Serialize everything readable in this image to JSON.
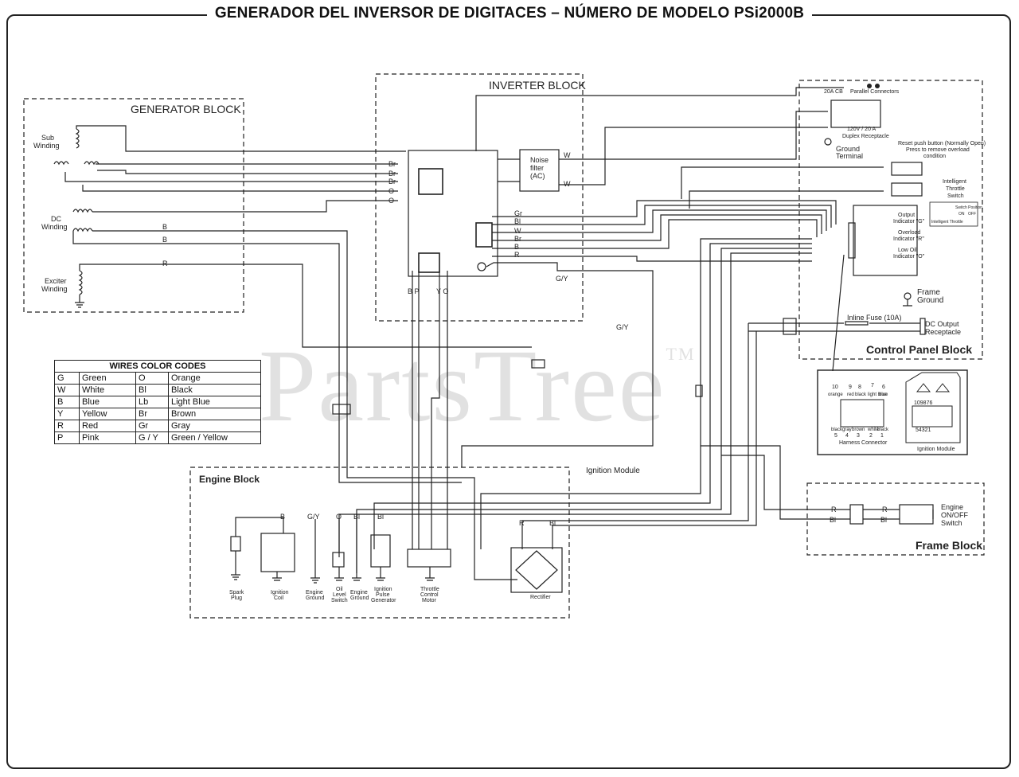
{
  "title": "GENERADOR DEL INVERSOR DE DIGITACES – NÚMERO DE MODELO PSi2000B",
  "watermark": "PartsTree",
  "watermark_tm": "TM",
  "blocks": {
    "generator": "GENERATOR BLOCK",
    "inverter": "INVERTER BLOCK",
    "control_panel": "Control Panel Block",
    "engine": "Engine Block",
    "frame": "Frame Block",
    "ignition_module": "Ignition Module"
  },
  "windings": {
    "sub_1": "Sub",
    "sub_2": "Winding",
    "dc_1": "DC",
    "dc_2": "Winding",
    "exciter_1": "Exciter",
    "exciter_2": "Winding"
  },
  "noise_filter": [
    "Noise",
    "filter",
    "(AC)"
  ],
  "wire_labels": {
    "br1": "Br",
    "br2": "Br",
    "br3": "Br",
    "o1": "O",
    "o2": "O",
    "b1": "B",
    "b2": "B",
    "r1": "R",
    "gr": "Gr",
    "bl": "Bl",
    "w": "W",
    "br": "Br",
    "b": "B",
    "r": "R",
    "w_out1": "W",
    "w_out2": "W",
    "gy1": "G/Y",
    "gy2": "G/Y",
    "bpyo": "B P",
    "yo": "Y O"
  },
  "control_panel": {
    "cb": "20A CB",
    "parallel": "Parallel Connectors",
    "duplex_1": "120V / 20 A",
    "duplex_2": "Duplex Receptacle",
    "ground_1": "Ground",
    "ground_2": "Terminal",
    "reset_1": "Reset push button (Normally Open)",
    "reset_2": "Press to remove overload",
    "reset_3": "condition",
    "throttle_1": "Intelligent",
    "throttle_2": "Throttle",
    "throttle_3": "Switch",
    "switch_pos": "Switch Position",
    "it_row": "Intelligent Throttle",
    "off": "OFF",
    "on": "ON",
    "out_ind_1": "Output",
    "out_ind_2": "Indicator \"G\"",
    "ovl_ind_1": "Overload",
    "ovl_ind_2": "Indicator \"R\"",
    "oil_ind_1": "Low Oil",
    "oil_ind_2": "Indicator \"O\"",
    "frame_ground_1": "Frame",
    "frame_ground_2": "Ground",
    "fuse": "Inline Fuse (10A)",
    "dc_out_1": "DC Output",
    "dc_out_2": "Receptacle"
  },
  "harness": {
    "caption": "Harness Connector",
    "top_nums": [
      "10",
      "9",
      "8",
      "7",
      "6"
    ],
    "top_cols": [
      "orange",
      "red",
      "black",
      "light blue",
      "blue"
    ],
    "bot_cols": [
      "black",
      "gray",
      "brown",
      "white",
      "black"
    ],
    "bot_nums": [
      "5",
      "4",
      "3",
      "2",
      "1"
    ]
  },
  "ignition_module": {
    "caption": "Ignition Module",
    "nums_top": "109876",
    "nums_bot": "54321"
  },
  "engine": {
    "spark_1": "Spark",
    "spark_2": "Plug",
    "coil_1": "Ignition",
    "coil_2": "Coil",
    "eng_gnd_1": "Engine",
    "eng_gnd_2": "Ground",
    "oil_1": "Oil",
    "oil_2": "Level",
    "oil_3": "Switch",
    "eng_gnd2_1": "Engine",
    "eng_gnd2_2": "Ground",
    "pulse_1": "Ignition",
    "pulse_2": "Pulse",
    "pulse_3": "Generator",
    "throttle_1": "Throttle",
    "throttle_2": "Control",
    "throttle_3": "Motor",
    "rectifier": "Rectifier",
    "w_b": "B",
    "w_gy": "G/Y",
    "w_o": "O",
    "w_bl1": "Bl",
    "w_bl2": "Bl",
    "w_r": "R",
    "w_bl3": "Bl"
  },
  "frame": {
    "r1": "R",
    "r2": "R",
    "bl1": "Bl",
    "bl2": "Bl",
    "switch_1": "Engine",
    "switch_2": "ON/OFF",
    "switch_3": "Switch"
  },
  "wire_codes": {
    "header": "WIRES COLOR CODES",
    "rows": [
      [
        "G",
        "Green",
        "O",
        "Orange"
      ],
      [
        "W",
        "White",
        "Bl",
        "Black"
      ],
      [
        "B",
        "Blue",
        "Lb",
        "Light Blue"
      ],
      [
        "Y",
        "Yellow",
        "Br",
        "Brown"
      ],
      [
        "R",
        "Red",
        "Gr",
        "Gray"
      ],
      [
        "P",
        "Pink",
        "G / Y",
        "Green / Yellow"
      ]
    ]
  },
  "colors": {
    "line": "#222222",
    "watermark": "#c9c9c9"
  }
}
